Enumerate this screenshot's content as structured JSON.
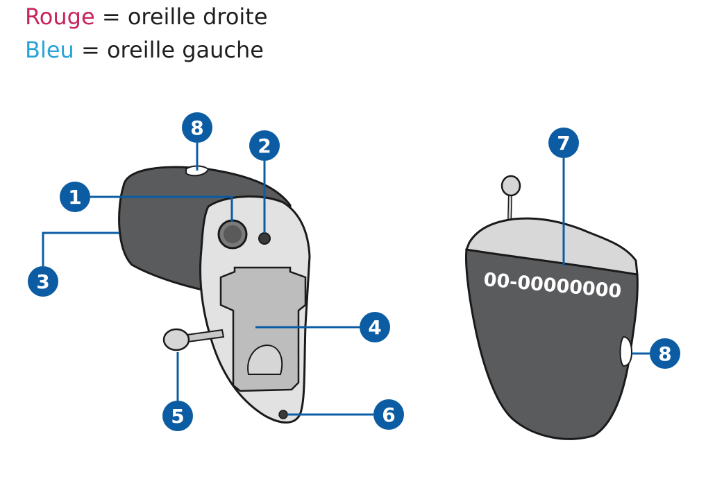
{
  "legend": {
    "right": {
      "keyword": "Rouge",
      "rest": " = oreille droite",
      "color": "#c8245b"
    },
    "left": {
      "keyword": "Bleu",
      "rest": " = oreille gauche",
      "color": "#2aa3d8"
    }
  },
  "callouts": {
    "c1": "1",
    "c2": "2",
    "c3": "3",
    "c4": "4",
    "c5": "5",
    "c6": "6",
    "c7": "7",
    "c8a": "8",
    "c8b": "8"
  },
  "serial_number": "00-00000000",
  "colors": {
    "callout_fill": "#0b5ca3",
    "shell_dark": "#5a5b5d",
    "shell_light": "#dcdcdc",
    "outline": "#1a1a1a"
  }
}
